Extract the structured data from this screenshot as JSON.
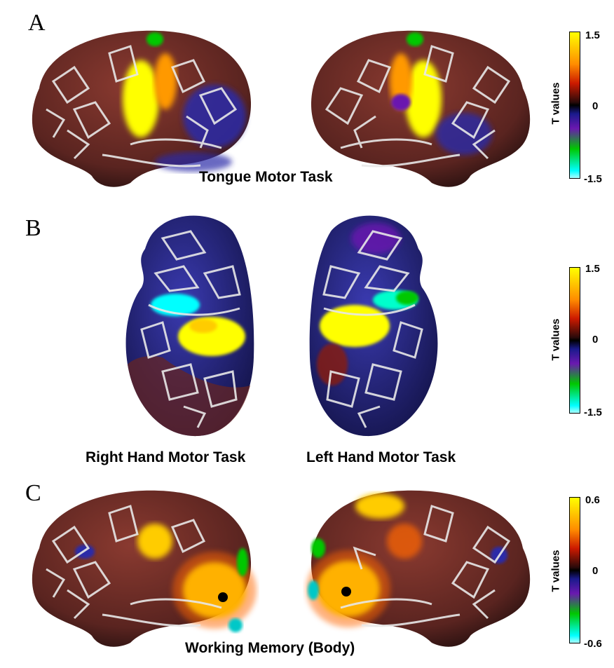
{
  "panels": {
    "a": {
      "letter": "A",
      "caption": "Tongue Motor Task",
      "colorbar": {
        "label": "T values",
        "max": "1.5",
        "mid": "0",
        "min": "-1.5"
      }
    },
    "b": {
      "letter": "B",
      "caption_right": "Right Hand Motor Task",
      "caption_left": "Left Hand Motor Task",
      "colorbar": {
        "label": "T values",
        "max": "1.5",
        "mid": "0",
        "min": "-1.5"
      }
    },
    "c": {
      "letter": "C",
      "caption": "Working Memory (Body)",
      "colorbar": {
        "label": "T values",
        "max": "0.6",
        "mid": "0",
        "min": "-0.6"
      }
    }
  },
  "colormap": [
    "#ffff00",
    "#ff8c00",
    "#cc1a00",
    "#000000",
    "#1a1a8c",
    "#6a18b0",
    "#00c800",
    "#00ffff"
  ]
}
